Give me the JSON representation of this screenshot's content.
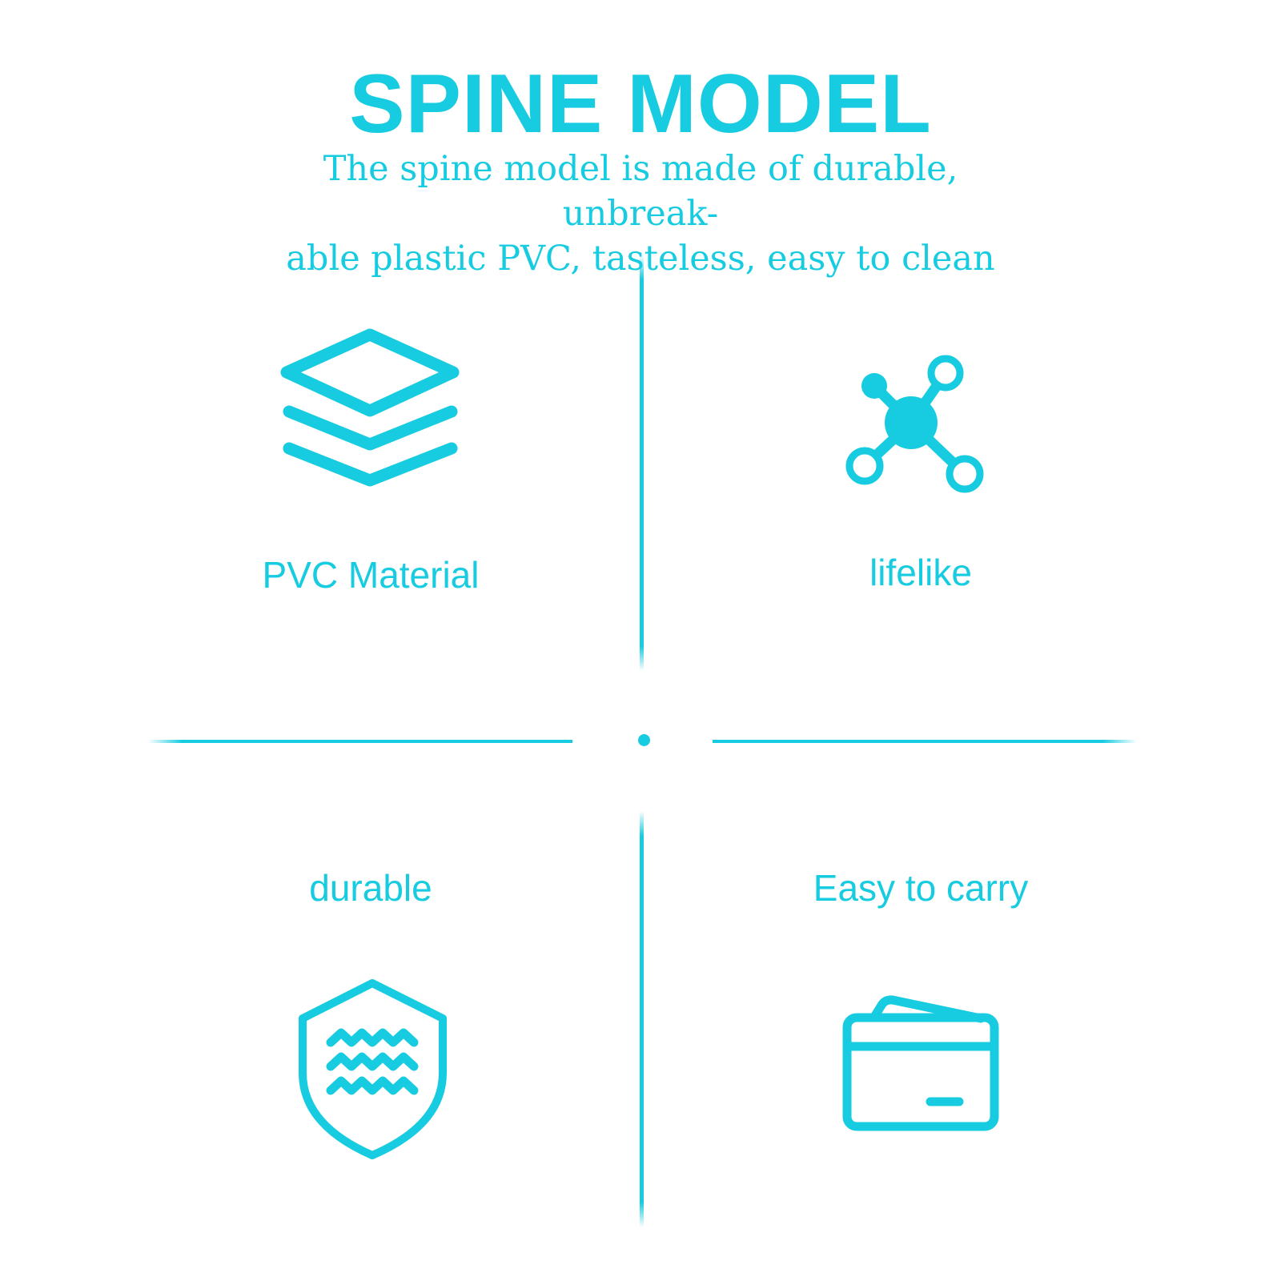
{
  "colors": {
    "accent": "#17cce0",
    "background": "#ffffff"
  },
  "header": {
    "title": "SPINE MODEL",
    "subtitle_line1": "The spine model is made of durable, unbreak-",
    "subtitle_line2": "able plastic PVC, tasteless, easy to clean"
  },
  "features": [
    {
      "label": "PVC Material",
      "icon": "layers-icon"
    },
    {
      "label": "lifelike",
      "icon": "network-nodes-icon"
    },
    {
      "label": "durable",
      "icon": "shield-waves-icon"
    },
    {
      "label": "Easy to carry",
      "icon": "wallet-icon"
    }
  ]
}
